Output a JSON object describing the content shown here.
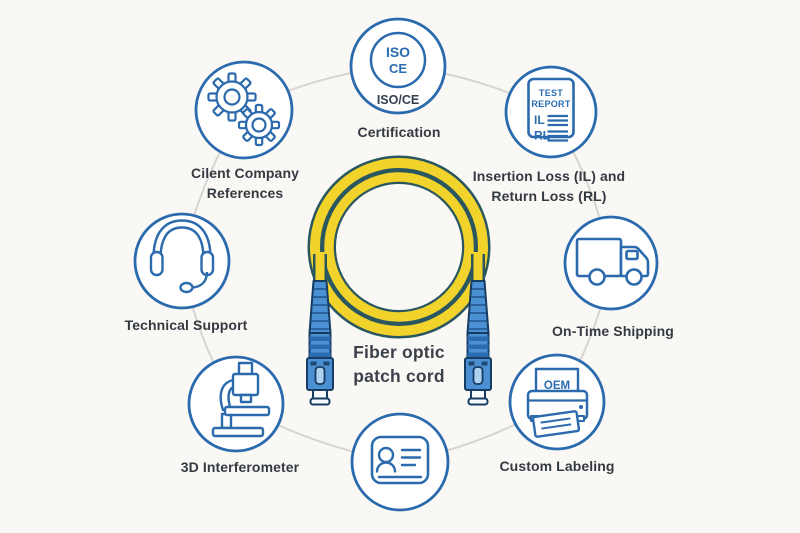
{
  "center": {
    "title": "Fiber optic\npatch cord",
    "graphic": "yellow coiled patch cord with two blue SC connectors"
  },
  "colors": {
    "background": "#faf8f5",
    "accent_blue": "#2b6aad",
    "icon_text_blue": "#2b6cb0",
    "label_text": "#343a42",
    "cable_yellow": "#f1d32b",
    "cable_outline": "#2a575f",
    "connector_blue": "#4a90d2",
    "connector_dark_blue": "#2a6ab0",
    "connector_outline": "#173c61",
    "connector_line_gray": "#d7d5d1"
  },
  "features": [
    {
      "id": "certification",
      "icon": "iso-ce-badge-icon",
      "label": "Certification",
      "badge": {
        "line1": "ISO",
        "line2": "CE",
        "caption": "ISO/CE"
      }
    },
    {
      "id": "il-rl-report",
      "icon": "test-report-icon",
      "label": "Insertion Loss (IL) and\nReturn Loss (RL)",
      "doc": {
        "line1": "TEST",
        "line2": "REPORT",
        "row1": "IL",
        "row2": "RL"
      }
    },
    {
      "id": "on-time-shipping",
      "icon": "truck-icon",
      "label": "On-Time Shipping"
    },
    {
      "id": "custom-labeling",
      "icon": "printer-icon",
      "label": "Custom Labeling",
      "paper_text": "OEM"
    },
    {
      "id": "id-card",
      "icon": "id-card-icon"
    },
    {
      "id": "interferometer",
      "icon": "microscope-icon",
      "label": "3D Interferometer"
    },
    {
      "id": "technical-support",
      "icon": "headset-icon",
      "label": "Technical Support"
    },
    {
      "id": "client-references",
      "icon": "gears-icon",
      "label": "Cilent Company\nReferences"
    }
  ]
}
